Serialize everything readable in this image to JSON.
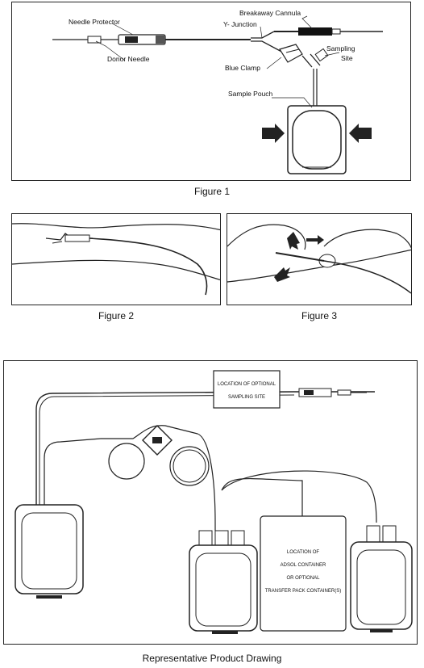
{
  "figure1": {
    "caption": "Figure 1",
    "labels": {
      "needle_protector": "Needle Protector",
      "donor_needle": "Donor Needle",
      "breakaway_cannula": "Breakaway Cannula",
      "y_junction": "Y- Junction",
      "blue_clamp": "Blue Clamp",
      "sampling_site_line1": "Sampling",
      "sampling_site_line2": "Site",
      "sample_pouch": "Sample Pouch"
    }
  },
  "figure2": {
    "caption": "Figure 2"
  },
  "figure3": {
    "caption": "Figure 3"
  },
  "product_drawing": {
    "caption": "Representative Product Drawing",
    "box1_line1": "LOCATION OF OPTIONAL",
    "box1_line2": "SAMPLING SITE",
    "box2_line1": "LOCATION OF",
    "box2_line2": "ADSOL CONTAINER",
    "box2_line3": "OR OPTIONAL",
    "box2_line4": "TRANSFER PACK CONTAINER(S)"
  }
}
